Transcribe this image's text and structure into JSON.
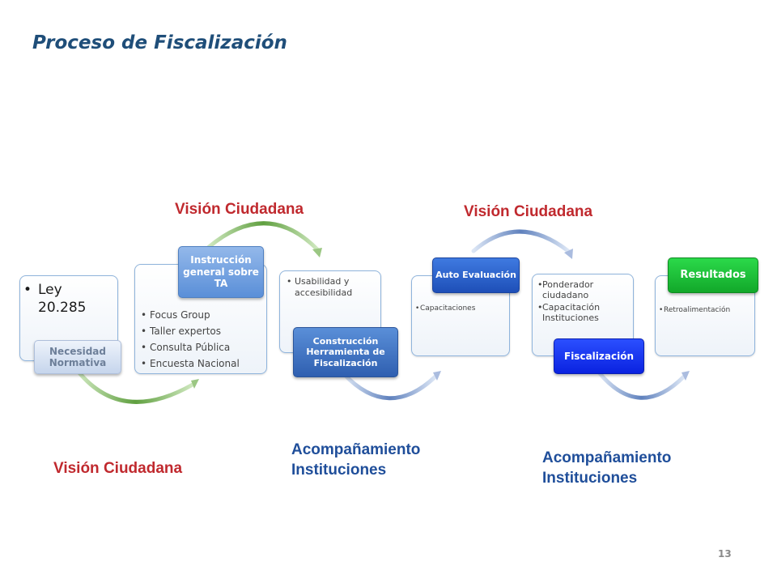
{
  "title": "Proceso de Fiscalización",
  "page_number": "13",
  "labels": {
    "vision_top_left": "Visión Ciudadana",
    "vision_top_right": "Visión Ciudadana",
    "vision_bottom": "Visión Ciudadana",
    "acompanamiento_1": "Acompañamiento Instituciones",
    "acompanamiento_2": "Acompañamiento Instituciones"
  },
  "steps": [
    {
      "tag": "Necesidad Normativa",
      "items": [
        "Ley 20.285"
      ]
    },
    {
      "tag": "Instrucción general sobre TA",
      "items": [
        "Focus Group",
        "Taller expertos",
        "Consulta Pública",
        "Encuesta Nacional"
      ]
    },
    {
      "tag": "Construcción Herramienta de Fiscalización",
      "items": [
        "Usabilidad y accesibilidad"
      ]
    },
    {
      "tag": "Auto Evaluación",
      "items": [
        "Capacitaciones"
      ]
    },
    {
      "tag": "Fiscalización",
      "items": [
        "Ponderador ciudadano",
        "Capacitación Instituciones"
      ]
    },
    {
      "tag": "Resultados",
      "items": [
        "Retroalimentación"
      ]
    }
  ],
  "colors": {
    "title": "#1f4e79",
    "red_label": "#c0292e",
    "blue_label": "#1f4e9a",
    "green_arrow": "#6aa84f",
    "blue_arrow": "#6d8fc7"
  }
}
